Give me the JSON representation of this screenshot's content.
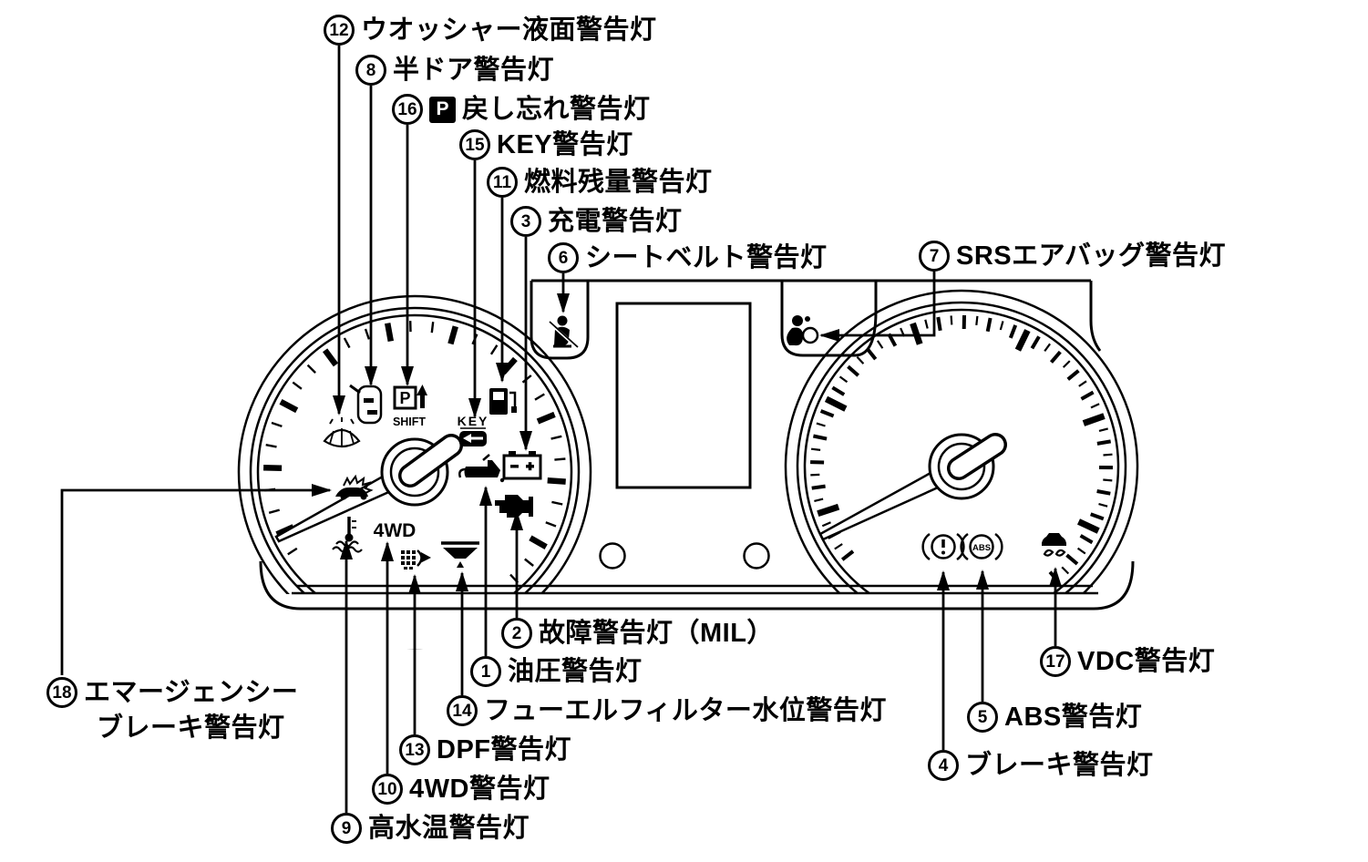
{
  "figure": {
    "kind": "instrument-cluster-warning-light-diagram",
    "background_color": "#ffffff",
    "line_color": "#000000"
  },
  "cluster_texts": {
    "p_shift_p": "P",
    "p_shift_shift": "SHIFT",
    "key": "KEY",
    "four_wd": "4WD",
    "abs": "ABS"
  },
  "labels": {
    "l1": {
      "num": "1",
      "text": "油圧警告灯"
    },
    "l2": {
      "num": "2",
      "text": "故障警告灯（MIL）"
    },
    "l3": {
      "num": "3",
      "text": "充電警告灯"
    },
    "l4": {
      "num": "4",
      "text": "ブレーキ警告灯"
    },
    "l5": {
      "num": "5",
      "text": "ABS警告灯"
    },
    "l6": {
      "num": "6",
      "text": "シートベルト警告灯"
    },
    "l7": {
      "num": "7",
      "text": "SRSエアバッグ警告灯"
    },
    "l8": {
      "num": "8",
      "text": "半ドア警告灯"
    },
    "l9": {
      "num": "9",
      "text": "高水温警告灯"
    },
    "l10": {
      "num": "10",
      "text": "4WD警告灯"
    },
    "l11": {
      "num": "11",
      "text": "燃料残量警告灯"
    },
    "l12": {
      "num": "12",
      "text": "ウオッシャー液面警告灯"
    },
    "l13": {
      "num": "13",
      "text": "DPF警告灯"
    },
    "l14": {
      "num": "14",
      "text": "フューエルフィルター水位警告灯"
    },
    "l15": {
      "num": "15",
      "text": "KEY警告灯"
    },
    "l16": {
      "num": "16",
      "badge": "P",
      "text": "戻し忘れ警告灯"
    },
    "l17": {
      "num": "17",
      "text": "VDC警告灯"
    },
    "l18": {
      "num": "18",
      "text": "エマージェンシー",
      "text2": "ブレーキ警告灯"
    }
  },
  "icons": [
    "washer-fluid-icon",
    "door-ajar-icon",
    "p-shift-icon",
    "key-icon",
    "fuel-level-icon",
    "oil-pressure-icon",
    "battery-charge-icon",
    "engine-mil-icon",
    "emergency-brake-icon",
    "coolant-temp-icon",
    "dpf-icon",
    "fuel-filter-water-icon",
    "seatbelt-icon",
    "srs-airbag-icon",
    "brake-warning-icon",
    "abs-warning-icon",
    "vdc-warning-icon"
  ]
}
